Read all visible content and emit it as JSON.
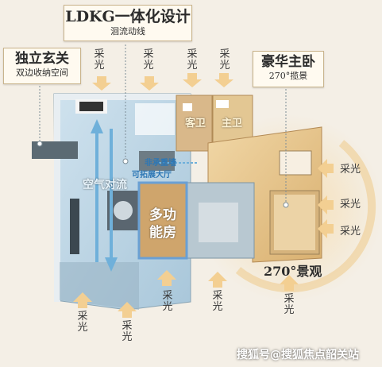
{
  "labels": {
    "ldkg_title": "LDKG一体化设计",
    "ldkg_sub": "洄流动线",
    "entrance_title": "独立玄关",
    "entrance_sub": "双边收纳空间",
    "master_title": "豪华主卧",
    "master_sub": "270°揽景"
  },
  "rooms": {
    "guest_bath": "客卫",
    "master_bath": "主卫",
    "multi_room": "多功\n能房",
    "view_270": "270°景观",
    "air_convection": "空气对流",
    "non_load_wall_1": "非承重墙",
    "non_load_wall_2": "可拓展大厅"
  },
  "light_text": "采光",
  "watermark": "搜狐号@搜狐焦点韶关站",
  "colors": {
    "floor_blue": "#b9d4e4",
    "floor_warm": "#e9c98e",
    "accent_orange": "#e6a53a",
    "arrow_light": "#f3cf92",
    "air_blue": "#6fb0da"
  }
}
